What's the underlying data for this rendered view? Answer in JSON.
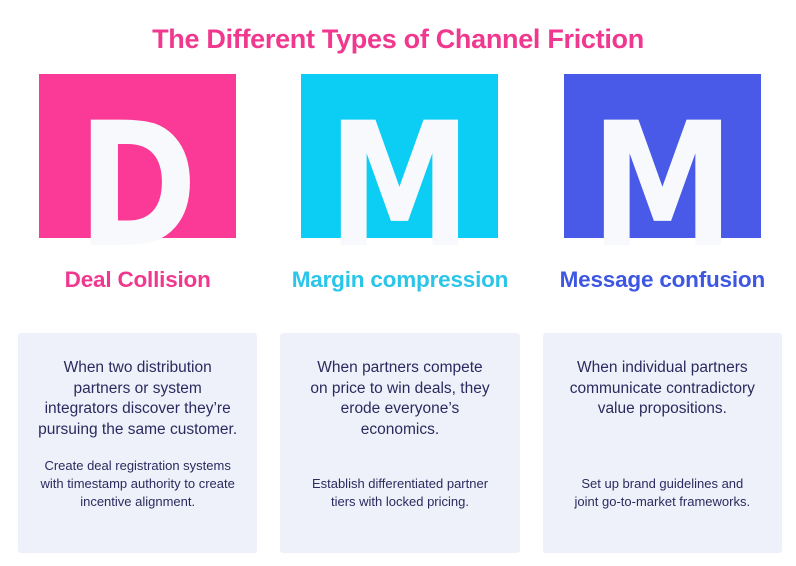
{
  "title": "The Different Types of Channel Friction",
  "colors": {
    "title": "#F0388F",
    "body_text": "#2B2A5E",
    "card_bg": "#EEF1FA",
    "letter": "#F8F9FD",
    "background": "#FFFFFF"
  },
  "columns": [
    {
      "letter": "D",
      "heading": "Deal Collision",
      "square_color": "#FA3A96",
      "heading_color": "#F0388F",
      "description": "When two distribution partners or system integrators discover they’re pursuing the same customer.",
      "tip": "Create deal registration systems with timestamp authority to create incentive alignment."
    },
    {
      "letter": "M",
      "heading": "Margin compression",
      "square_color": "#0CCDF3",
      "heading_color": "#2BC5EA",
      "description": "When partners compete on price to win deals, they erode everyone’s economics.",
      "tip": "Establish differentiated partner tiers with locked pricing."
    },
    {
      "letter": "M",
      "heading": "Message confusion",
      "square_color": "#4A5AE8",
      "heading_color": "#3D57E3",
      "description": "When individual partners communicate contradictory value propositions.",
      "tip": "Set up brand guidelines and joint go-to-market frameworks."
    }
  ]
}
